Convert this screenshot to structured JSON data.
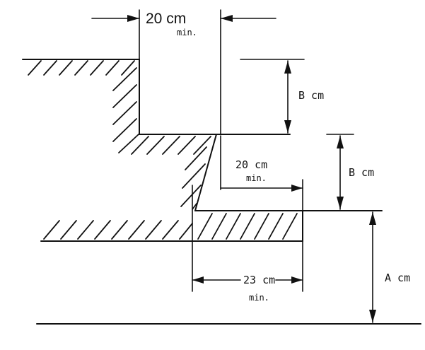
{
  "dimensions": {
    "top_width": {
      "value": "20 cm",
      "qualifier": "min."
    },
    "upper_riser": {
      "value": "B cm"
    },
    "lower_riser": {
      "value": "B cm"
    },
    "step_overhang": {
      "value": "20 cm",
      "qualifier": "min."
    },
    "tread_depth": {
      "value": "23 cm",
      "qualifier": "min."
    },
    "base_height": {
      "value": "A cm"
    }
  }
}
